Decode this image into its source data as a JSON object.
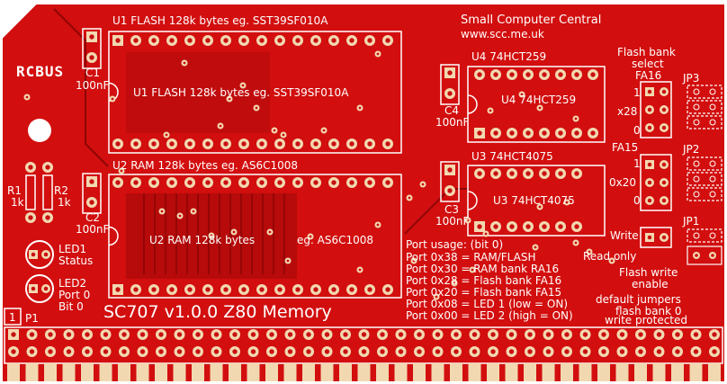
{
  "board": {
    "colors": {
      "pcb": "#d20e0e",
      "pcb_dark": "#a10808",
      "silk": "#ffffff",
      "copper": "#f2d8b0",
      "hole": "#c81010",
      "edge": "#ffffff"
    },
    "title": "SC707 v1.0.0 Z80 Memory",
    "logo": "RCBUS",
    "maker": "Small Computer Central",
    "url": "www.scc.me.uk",
    "u1_top": "U1  FLASH 128k bytes   eg. SST39SF010A",
    "u1_body": "U1  FLASH 128k bytes   eg. SST39SF010A",
    "u2_top": "U2  RAM 128k bytes   eg. AS6C1008",
    "u2_body_a": "U2  RAM 128k bytes",
    "u2_body_b": "eg. AS6C1008",
    "u4_top": "U4  74HCT259",
    "u4_body": "U4  74HCT259",
    "u3_top": "U3  74HCT4075",
    "u3_body": "U3  74HCT4075",
    "c1": "C1",
    "c1v": "100nF",
    "c2": "C2",
    "c2v": "100nF",
    "c3": "C3",
    "c3v": "100nF",
    "c4": "C4",
    "c4v": "100nF",
    "r1": "R1",
    "r1v": "1k",
    "r2": "R2",
    "r2v": "1k",
    "led1": "LED1",
    "led1d": "Status",
    "led2": "LED2",
    "led2d": "Port 0",
    "led2e": "Bit 0",
    "fa_title": "Flash bank",
    "fa_sel": "select",
    "fa16": "FA16",
    "jp3": "JP3",
    "jp2": "JP2",
    "jp1": "JP1",
    "j3_1": "1",
    "j3_x": "x28",
    "j3_0": "0",
    "fa15": "FA15",
    "j2_1": "1",
    "j2_x": "0x20",
    "j2_0": "0",
    "write": "Write",
    "readonly": "Read only",
    "we1": "Flash write",
    "we2": "enable",
    "dj1": "default jumpers",
    "dj2": "flash bank 0",
    "dj3": "write protected",
    "port_usage": [
      "Port usage: (bit 0)",
      "Port 0x38 = RAM/FLASH",
      "Port 0x30 = RAM bank RA16",
      "Port 0x28 = Flash bank FA16",
      "Port 0x20 = Flash bank FA15",
      "Port 0x08 = LED 1 (low = ON)",
      "Port 0x00 = LED 2 (high = ON)"
    ],
    "p1_pin": "1",
    "p1": "P1"
  }
}
